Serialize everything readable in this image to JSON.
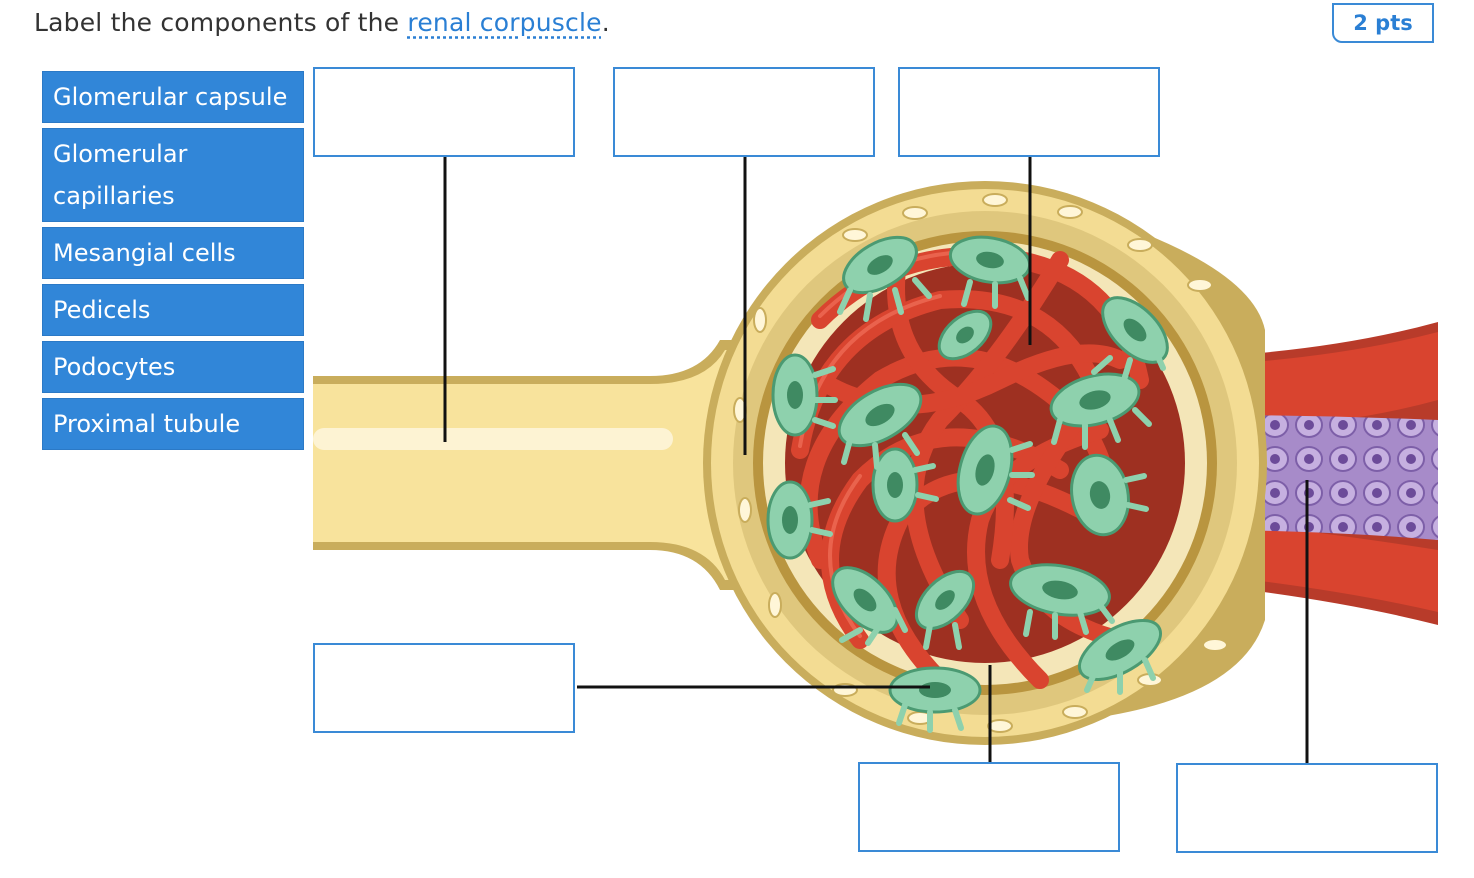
{
  "question": {
    "prefix": "Label the components of the ",
    "term": "renal corpuscle",
    "suffix": "."
  },
  "points_badge": "2 pts",
  "label_bank": [
    {
      "label": "Glomerular capsule"
    },
    {
      "label": "Glomerular capillaries"
    },
    {
      "label": "Mesangial cells"
    },
    {
      "label": "Pedicels"
    },
    {
      "label": "Podocytes"
    },
    {
      "label": "Proximal tubule"
    }
  ],
  "drop_targets": [
    {
      "value": ""
    },
    {
      "value": ""
    },
    {
      "value": ""
    },
    {
      "value": ""
    },
    {
      "value": ""
    },
    {
      "value": ""
    }
  ],
  "colors": {
    "accent": "#3186d8",
    "tubule": "#f8e39c",
    "capsule": "#e8d48a",
    "capillary": "#d9442f",
    "podocyte": "#8ed1ad",
    "mesangial": "#a78bc9"
  },
  "icons": [
    "renal-corpuscle-illustration"
  ]
}
